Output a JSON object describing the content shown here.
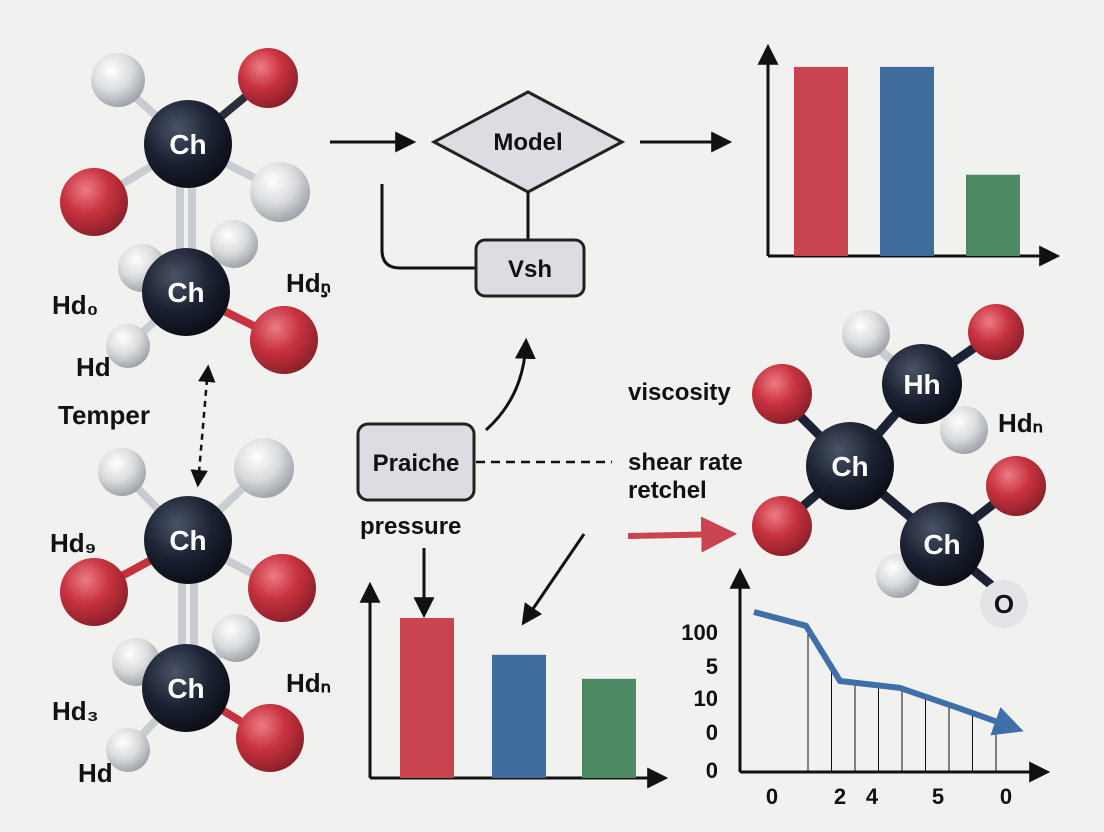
{
  "colors": {
    "carbon": "#1c2233",
    "oxygen": "#c8323f",
    "hydrogen": "#d8dadc",
    "bond": "#c9ccd0",
    "box_fill": "#dcdde3",
    "red_bar": "#c94350",
    "blue_bar": "#3f6c9c",
    "green_bar": "#4d8a63",
    "line": "#3f6fa8"
  },
  "molecule_top": {
    "atom_upper": "Ch",
    "atom_lower": "Ch",
    "label_right": "Hdₙ̧",
    "label_left_1": "Hd₀",
    "label_left_2": "Hd",
    "label_left_3": "Temper"
  },
  "molecule_bottom": {
    "atom_upper": "Ch",
    "atom_lower": "Ch",
    "label_left_1": "Hd₉",
    "label_left_2": "Hd₃",
    "label_left_3": "Hd",
    "label_right": "Hdₙ"
  },
  "molecule_right": {
    "atom_top": "Hh",
    "atom_mid": "Ch",
    "atom_bottom": "Ch",
    "label_right": "Hdₙ",
    "label_o": "O"
  },
  "flow": {
    "model_label": "Model",
    "vsh_label": "Vsh",
    "praiche_label": "Praiche",
    "pressure_label": "pressure",
    "viscosity_label": "viscosity",
    "shear_rate_label": "shear rate",
    "retchel_label": "retchel"
  },
  "chart_data": [
    {
      "type": "bar",
      "categories": [
        "",
        "",
        ""
      ],
      "values": [
        100,
        100,
        43
      ],
      "ylim": [
        0,
        110
      ],
      "grid": false,
      "colors": [
        "#c94350",
        "#3f6c9c",
        "#4d8a63"
      ]
    },
    {
      "type": "bar",
      "categories": [
        "",
        "",
        ""
      ],
      "values": [
        100,
        77,
        62
      ],
      "ylim": [
        0,
        110
      ],
      "grid": false,
      "colors": [
        "#c94350",
        "#3f6c9c",
        "#4d8a63"
      ]
    },
    {
      "type": "line",
      "x_tick_labels": [
        "0",
        "2",
        "4",
        "5",
        "0"
      ],
      "y_tick_labels": [
        "100",
        "5",
        "10",
        "0",
        "0"
      ],
      "values": [
        100,
        90,
        50,
        45,
        30,
        15
      ],
      "grid": false,
      "dropline_count": 9
    }
  ]
}
